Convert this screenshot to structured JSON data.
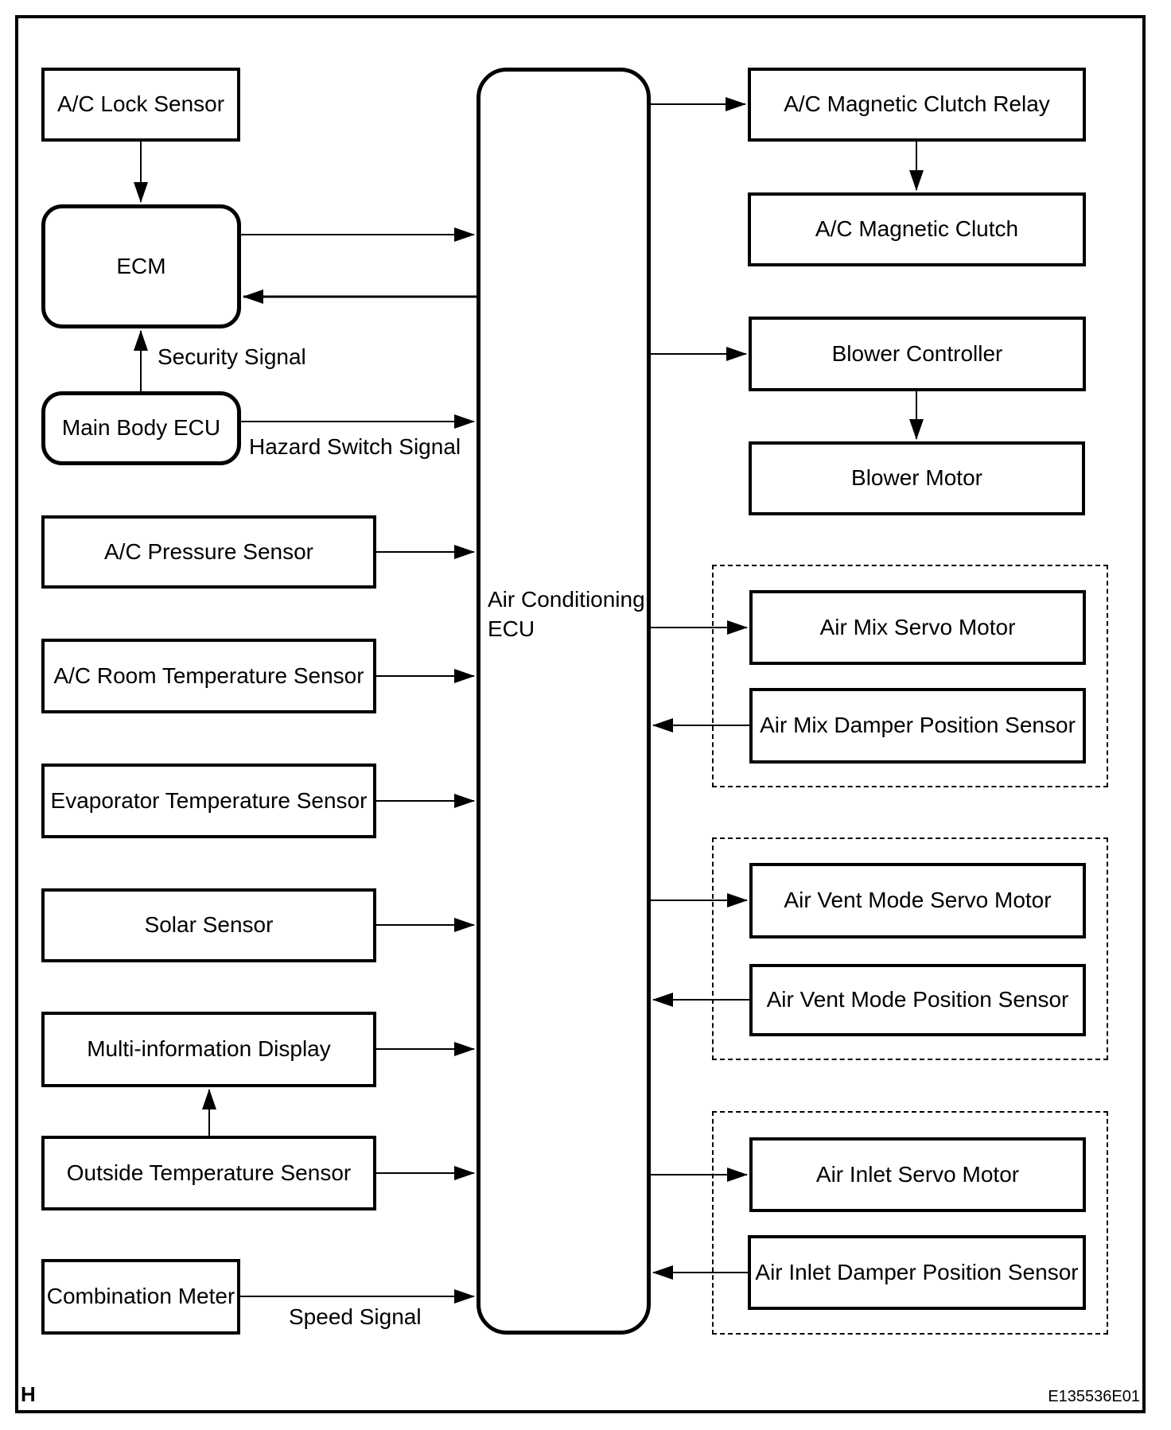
{
  "frame": {
    "corner_label": "H",
    "figure_code": "E135536E01"
  },
  "colors": {
    "line": "#000000",
    "background": "#ffffff"
  },
  "nodes": {
    "ac_lock_sensor": {
      "label": "A/C Lock Sensor"
    },
    "ecm": {
      "label": "ECM"
    },
    "main_body_ecu": {
      "label": "Main Body ECU"
    },
    "ac_pressure_sensor": {
      "label": "A/C Pressure Sensor"
    },
    "ac_room_temperature_sensor": {
      "label": "A/C Room Temperature Sensor"
    },
    "evaporator_temperature_sensor": {
      "label": "Evaporator Temperature Sensor"
    },
    "solar_sensor": {
      "label": "Solar Sensor"
    },
    "multi_information_display": {
      "label": "Multi-information Display"
    },
    "outside_temperature_sensor": {
      "label": "Outside Temperature Sensor"
    },
    "combination_meter": {
      "label": "Combination Meter"
    },
    "air_conditioning_ecu": {
      "label": "Air Conditioning ECU"
    },
    "ac_magnetic_clutch_relay": {
      "label": "A/C Magnetic Clutch Relay"
    },
    "ac_magnetic_clutch": {
      "label": "A/C Magnetic Clutch"
    },
    "blower_controller": {
      "label": "Blower Controller"
    },
    "blower_motor": {
      "label": "Blower Motor"
    },
    "air_mix_servo_motor": {
      "label": "Air Mix Servo Motor"
    },
    "air_mix_damper_position_sensor": {
      "label": "Air Mix Damper Position Sensor"
    },
    "air_vent_mode_servo_motor": {
      "label": "Air Vent Mode Servo Motor"
    },
    "air_vent_mode_position_sensor": {
      "label": "Air Vent Mode Position Sensor"
    },
    "air_inlet_servo_motor": {
      "label": "Air Inlet Servo Motor"
    },
    "air_inlet_damper_position_sensor": {
      "label": "Air Inlet Damper Position Sensor"
    }
  },
  "signals": {
    "security": "Security Signal",
    "hazard": "Hazard Switch Signal",
    "speed": "Speed Signal"
  }
}
